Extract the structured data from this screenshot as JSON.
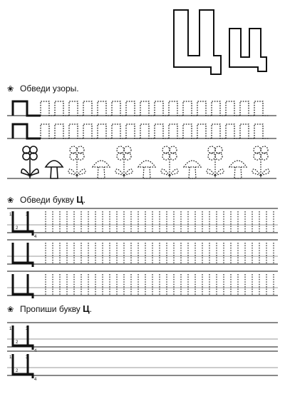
{
  "title_letters": {
    "upper": "Ц",
    "lower": "ц"
  },
  "sections": [
    {
      "icon": "flower-icon",
      "text": "Обведи узоры.",
      "letter": "",
      "tail": ""
    },
    {
      "icon": "flower-icon",
      "text": "Обведи букву",
      "letter": "Ц",
      "tail": "."
    },
    {
      "icon": "flower-icon",
      "text": "Пропиши букву",
      "letter": "Ц",
      "tail": "."
    }
  ],
  "stroke_numbers": {
    "first": "1",
    "second": "2",
    "third": "3",
    "fourth": "4"
  }
}
